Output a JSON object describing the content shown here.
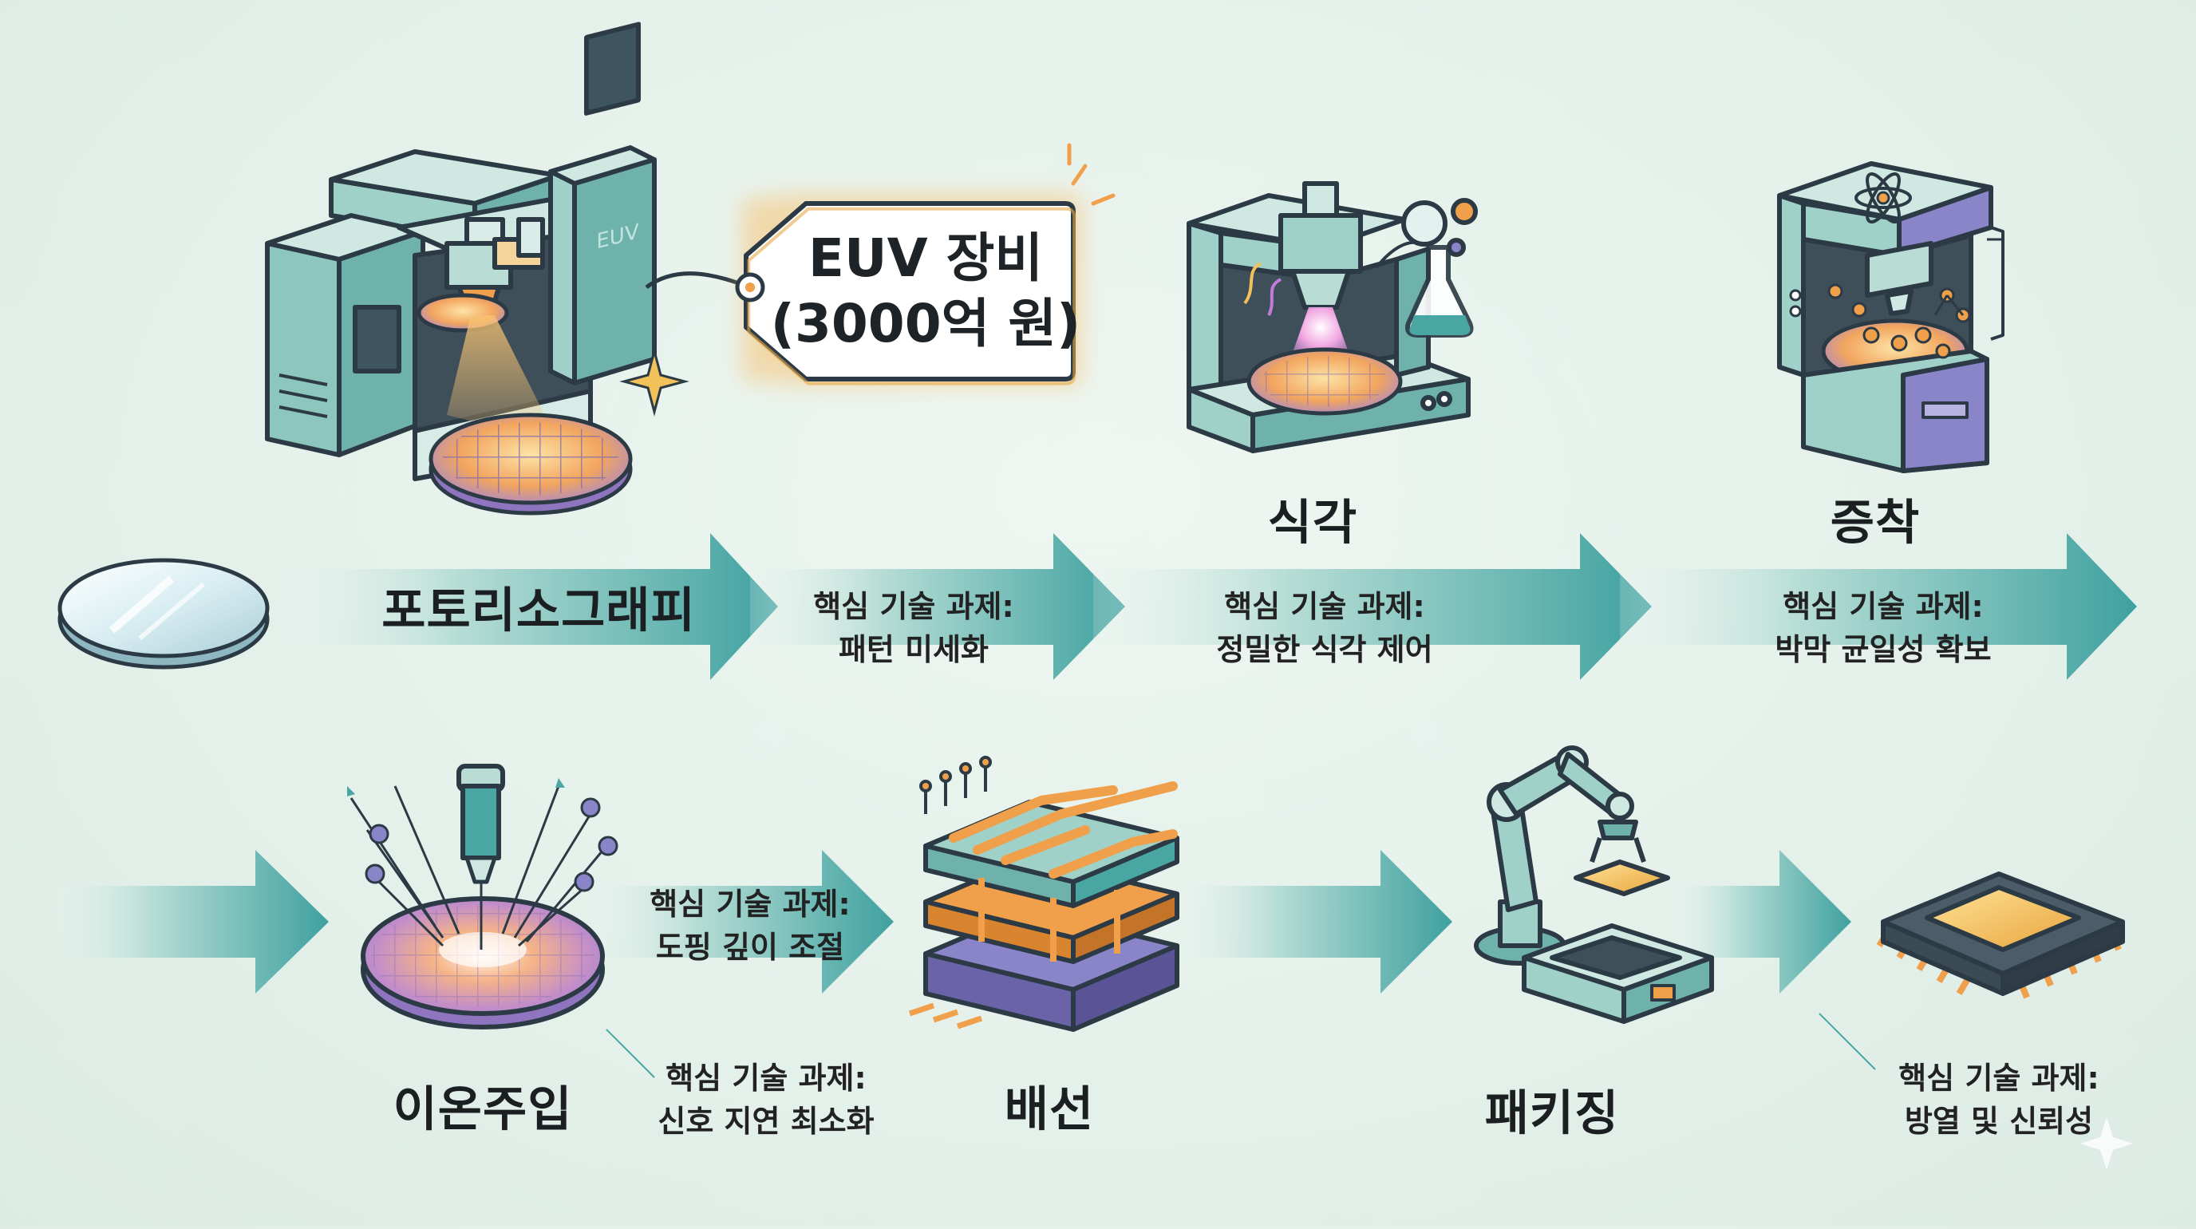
{
  "price_tag": {
    "line1": "EUV 장비",
    "line2": "(3000억 원)"
  },
  "machine_screen_label": "EUV",
  "stages": {
    "photolithography": "포토리소그래피",
    "etching": "식각",
    "deposition": "증착",
    "ion_implantation": "이온주입",
    "wiring": "배선",
    "packaging": "패키징"
  },
  "challenges": {
    "heading": "핵심 기술 과제:",
    "photolithography": "패턴 미세화",
    "etching": "정밀한 식각 제어",
    "deposition": "박막 균일성 확보",
    "ion_implantation": "도핑 깊이 조절",
    "wiring": "신호 지연 최소화",
    "packaging": "방열 및 신뢰성"
  },
  "colors": {
    "teal": "#4aa6a3",
    "teal_light": "#a9d9cf",
    "outline": "#2b3a44",
    "machine_body": "#9fd1c9",
    "purple": "#8a84c9",
    "orange": "#f0a04b",
    "gold": "#f2c15a",
    "tag_glow": "#f7c373"
  }
}
